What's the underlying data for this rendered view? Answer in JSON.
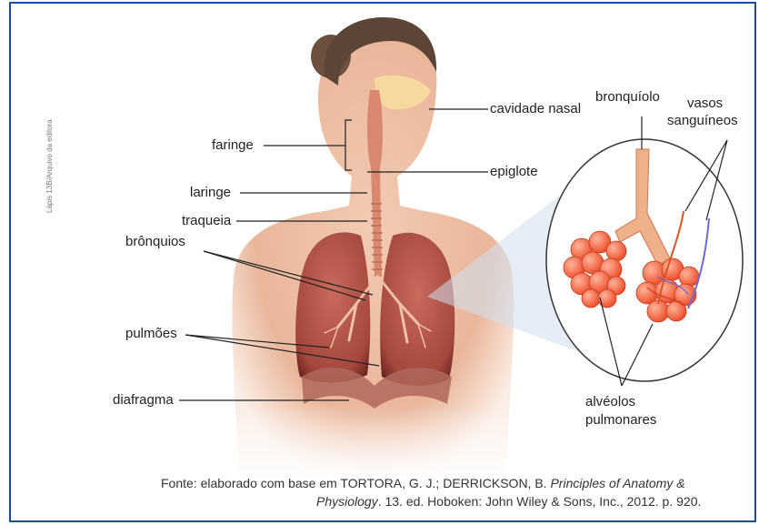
{
  "credit": "Lápis 13B/Arquivo da editora",
  "labels": {
    "cavidade_nasal": "cavidade nasal",
    "faringe": "faringe",
    "epiglote": "epiglote",
    "laringe": "laringe",
    "traqueia": "traqueia",
    "bronquios": "brônquios",
    "pulmoes": "pulmões",
    "diafragma": "diafragma",
    "bronquiolo": "bronquíolo",
    "vasos_sanguineos_1": "vasos",
    "vasos_sanguineos_2": "sanguíneos",
    "alveolos_1": "alvéolos",
    "alveolos_2": "pulmonares"
  },
  "source": {
    "line1_prefix": "Fonte: elaborado com base em TORTORA, G. J.; DERRICKSON, B. ",
    "line1_italic": "Principles of Anatomy &",
    "line2_italic": "Physiology",
    "line2_suffix": ". 13. ed. Hoboken: John Wiley & Sons, Inc., 2012. p. 920."
  },
  "colors": {
    "frame": "#1a4fa0",
    "skin": "#f2c4a8",
    "lung": "#b8574a",
    "lung_dark": "#7a2a22",
    "alveoli": "#f05a36",
    "trachea": "#e59a7a",
    "vessel_blue": "#6a6ad8",
    "zoom_cone": "#cfe0f0"
  }
}
